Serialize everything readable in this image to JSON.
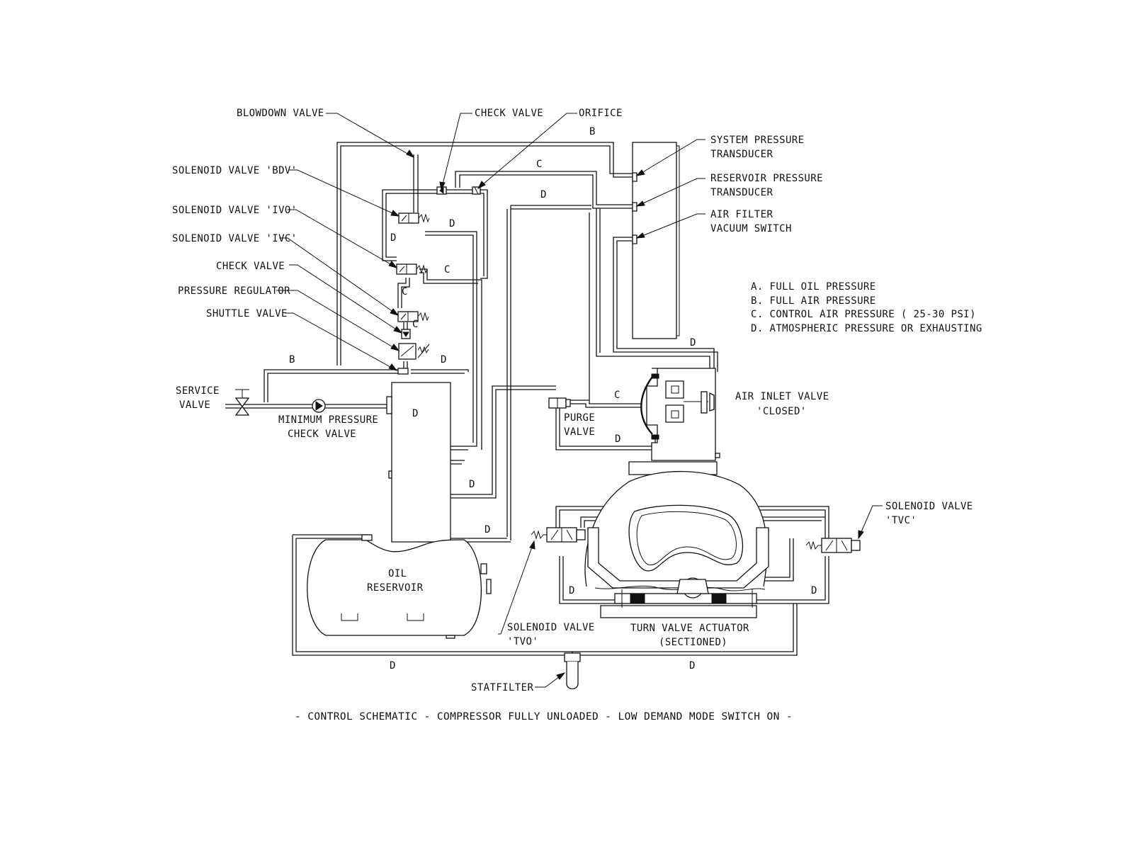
{
  "labels": {
    "blowdown_valve": "BLOWDOWN VALVE",
    "check_valve_top": "CHECK VALVE",
    "orifice": "ORIFICE",
    "solenoid_bdv": "SOLENOID VALVE 'BDV'",
    "solenoid_ivo": "SOLENOID VALVE 'IVO'",
    "solenoid_ivc": "SOLENOID VALVE 'IVC'",
    "check_valve_left": "CHECK VALVE",
    "pressure_regulator": "PRESSURE REGULATOR",
    "shuttle_valve": "SHUTTLE VALVE",
    "service_valve_1": "SERVICE",
    "service_valve_2": "VALVE",
    "min_pressure_1": "MINIMUM PRESSURE",
    "min_pressure_2": "CHECK VALVE",
    "system_pressure_1": "SYSTEM PRESSURE",
    "system_pressure_2": "TRANSDUCER",
    "reservoir_pressure_1": "RESERVOIR PRESSURE",
    "reservoir_pressure_2": "TRANSDUCER",
    "air_filter_1": "AIR FILTER",
    "air_filter_2": "VACUUM SWITCH",
    "air_inlet_1": "AIR INLET VALVE",
    "air_inlet_2": "'CLOSED'",
    "purge_1": "PURGE",
    "purge_2": "VALVE",
    "solenoid_tvc_1": "SOLENOID VALVE",
    "solenoid_tvc_2": "'TVC'",
    "solenoid_tvo_1": "SOLENOID VALVE",
    "solenoid_tvo_2": "'TVO'",
    "turn_valve_1": "TURN VALVE ACTUATOR",
    "turn_valve_2": "(SECTIONED)",
    "oil_reservoir_1": "OIL",
    "oil_reservoir_2": "RESERVOIR",
    "statfilter": "STATFILTER"
  },
  "legend": [
    "A. FULL OIL PRESSURE",
    "B. FULL AIR PRESSURE",
    "C. CONTROL AIR PRESSURE ( 25-30 PSI)",
    "D. ATMOSPHERIC PRESSURE OR EXHAUSTING"
  ],
  "line_codes": {
    "b_top": "B",
    "c_top": "C",
    "d_top": "D",
    "d_bdv": "D",
    "d_left": "D",
    "c_ivo": "C",
    "c_left": "C",
    "c_ivc": "C",
    "b_service": "B",
    "d_shuttle": "D",
    "d_tank": "D",
    "d_right_top": "D",
    "c_purge": "C",
    "d_purge": "D",
    "d_mid1": "D",
    "d_mid2": "D",
    "d_tvo": "D",
    "d_tvc": "D",
    "d_bottom_left": "D",
    "d_bottom_right": "D"
  },
  "caption": "- CONTROL SCHEMATIC - COMPRESSOR FULLY UNLOADED - LOW DEMAND MODE SWITCH ON -"
}
